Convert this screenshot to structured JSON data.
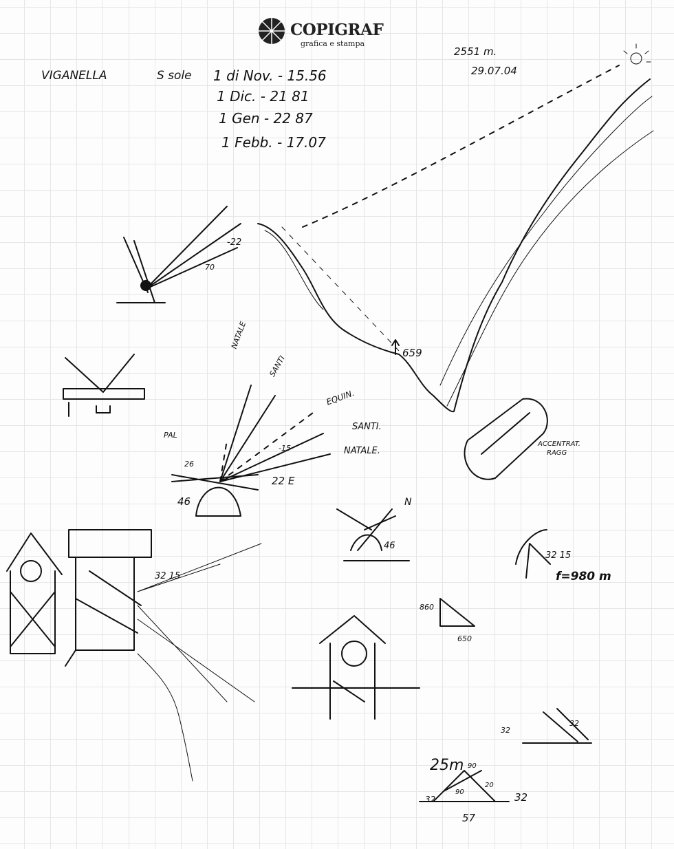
{
  "logo": {
    "name": "COPIGRAF",
    "tagline": "grafica e stampa"
  },
  "header_notes": {
    "place": "VIGANELLA",
    "subject": "S sole",
    "rows": [
      {
        "date": "1 di Nov.",
        "value": "- 15.56"
      },
      {
        "date": "1 Dic.",
        "value": "- 21 81"
      },
      {
        "date": "1 Gen",
        "value": "- 22 87"
      },
      {
        "date": "1 Febb.",
        "value": "- 17.07"
      }
    ],
    "altitude": "2551 m.",
    "date": "29.07.04"
  },
  "labels": {
    "angle_22": "-22",
    "angle_70": "70",
    "peak_659": "659",
    "natale": "NATALE",
    "santi": "SANTI",
    "equin": "EQUIN.",
    "pal": "PAL",
    "santi2": "SANTI.",
    "natale2": "NATALE.",
    "a26": "26",
    "a15": "-15",
    "a22e": "22 E",
    "a46": "46",
    "north": "N",
    "a46b": "46",
    "accentrat": "ACCENTRAT.",
    "ragg": "RAGG",
    "a3215": "32 15",
    "focal": "f=980 m",
    "a3215b": "32 15",
    "h860": "860",
    "h650": "650",
    "a32l": "32",
    "a32r": "32",
    "m25": "25m",
    "a90": "90",
    "a20": "20",
    "a90b": "90",
    "b32l": "32",
    "b32r": "32",
    "b57": "57"
  },
  "colors": {
    "ink": "#111111",
    "grid": "#e6e6e6"
  }
}
